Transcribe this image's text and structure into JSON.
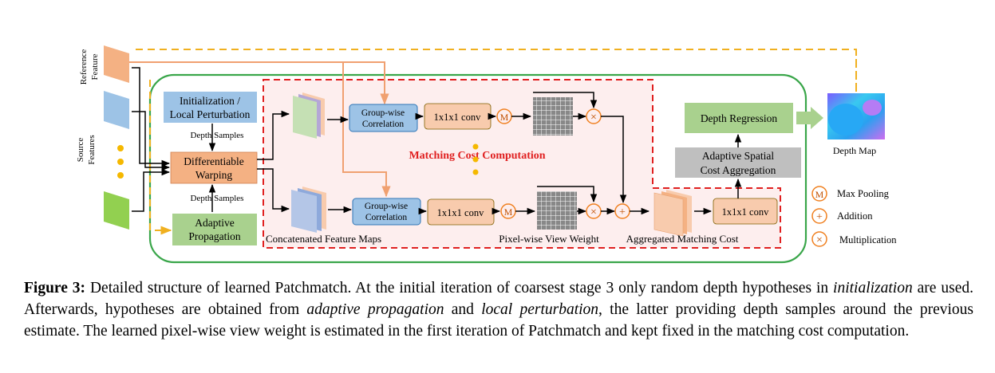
{
  "labels": {
    "reference_feature_line1": "Reference",
    "reference_feature_line2": "Feature",
    "source_features_line1": "Source",
    "source_features_line2": "Features",
    "init_line1": "Initialization /",
    "init_line2": "Local Perturbation",
    "depth_samples_top": "Depth Samples",
    "warping_line1": "Differentiable",
    "warping_line2": "Warping",
    "depth_samples_bottom": "Depth Samples",
    "adaptive_prop_line1": "Adaptive",
    "adaptive_prop_line2": "Propagation",
    "concat_maps": "Concatenated Feature Maps",
    "groupwise_top_line1": "Group-wise",
    "groupwise_top_line2": "Correlation",
    "groupwise_bottom_line1": "Group-wise",
    "groupwise_bottom_line2": "Correlation",
    "conv_top": "1x1x1 conv",
    "conv_bottom": "1x1x1 conv",
    "conv_agg": "1x1x1 conv",
    "matching_cost": "Matching Cost Computation",
    "pixel_view_weight": "Pixel-wise View Weight",
    "aggregated_cost": "Aggregated Matching Cost",
    "spatial_agg_line1": "Adaptive Spatial",
    "spatial_agg_line2": "Cost  Aggregation",
    "depth_regression": "Depth Regression",
    "depth_map": "Depth Map",
    "symbol_m": "M",
    "symbol_plus": "+",
    "symbol_times": "×"
  },
  "legend": [
    {
      "symbol": "M",
      "label": "Max Pooling"
    },
    {
      "symbol": "+",
      "label": "Addition"
    },
    {
      "symbol": "×",
      "label": "Multiplication"
    }
  ],
  "caption": {
    "label": "Figure 3:",
    "t1": " Detailed structure of learned Patchmatch. At the initial iteration of coarsest stage 3 only random depth hypotheses in ",
    "i1": "initialization",
    "t2": " are used.  Afterwards, hypotheses are obtained from ",
    "i2": "adaptive propagation",
    "t3": " and ",
    "i3": "local perturbation",
    "t4": ", the latter providing depth samples around the previous estimate. The learned pixel-wise view weight is estimated in the first iteration of Patchmatch and kept fixed in the matching cost computation."
  },
  "colors": {
    "green_border": "#3aa64a",
    "red_dash": "#e02020",
    "orange_dash": "#f0b020",
    "orange_line": "#f0a070",
    "blue_box": "#9dc3e6",
    "orange_box": "#f4b183",
    "green_box": "#a9d18e",
    "tan_box": "#f8cbad",
    "gray_box": "#bfbfbf",
    "pink_fill": "#fdeeee",
    "caption_red": "#e02020"
  }
}
